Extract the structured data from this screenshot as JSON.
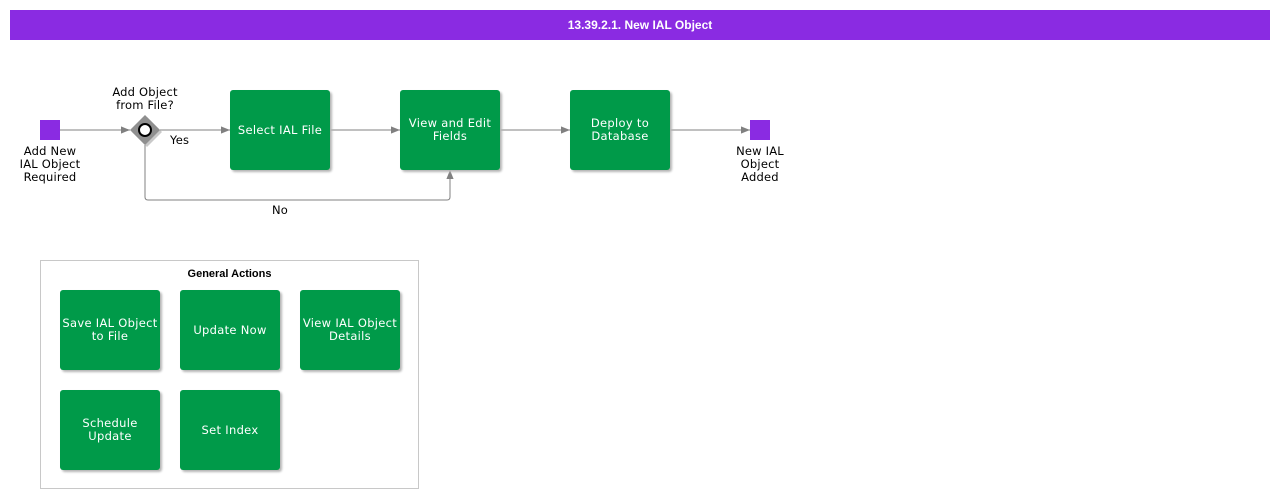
{
  "title": "13.39.2.1. New IAL Object",
  "colors": {
    "title_bar": "#8a2be2",
    "event": "#8a2be2",
    "task": "#009a49",
    "task_text": "#ffffff",
    "gateway": "#8f8f8f",
    "connector": "#808080"
  },
  "diagram": {
    "start_event": {
      "label": "Add New\nIAL Object\nRequired"
    },
    "gateway": {
      "label": "Add Object\nfrom File?",
      "icon": "gateway-circle-icon"
    },
    "tasks": {
      "select_file": "Select IAL File",
      "view_edit": "View and Edit\nFields",
      "deploy": "Deploy to\nDatabase"
    },
    "end_event": {
      "label": "New IAL\nObject\nAdded"
    },
    "flows": {
      "yes": "Yes",
      "no": "No"
    }
  },
  "general_actions": {
    "title": "General Actions",
    "items": [
      "Save IAL Object\nto File",
      "Update Now",
      "View IAL Object\nDetails",
      "Schedule Update",
      "Set Index"
    ]
  }
}
